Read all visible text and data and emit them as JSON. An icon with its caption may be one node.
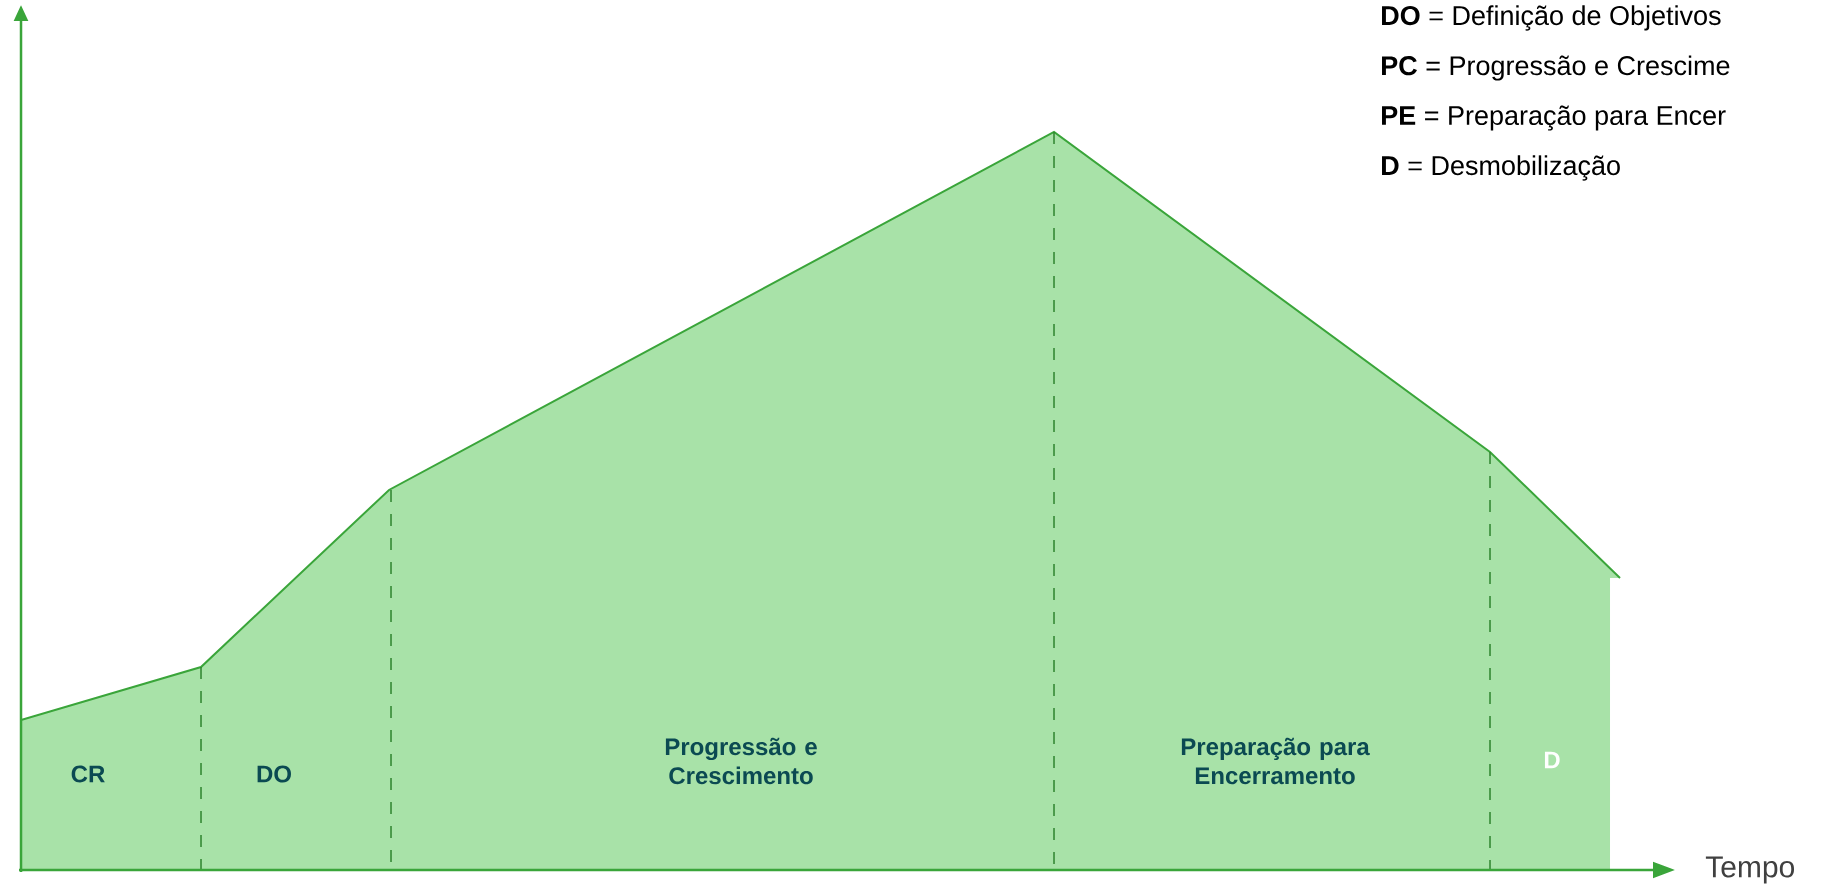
{
  "diagram": {
    "labels": [
      "**DO** = Definição de Objetivos",
      "**PC** = Progressão e Crescime",
      "**PE** = Preparação para Encer",
      "**D** = Desmobilização",
      "CR",
      "DO",
      "Progressão e Crescimento",
      "Preparação para Encerramento",
      "D",
      "Tempo"
    ]
  }
}
